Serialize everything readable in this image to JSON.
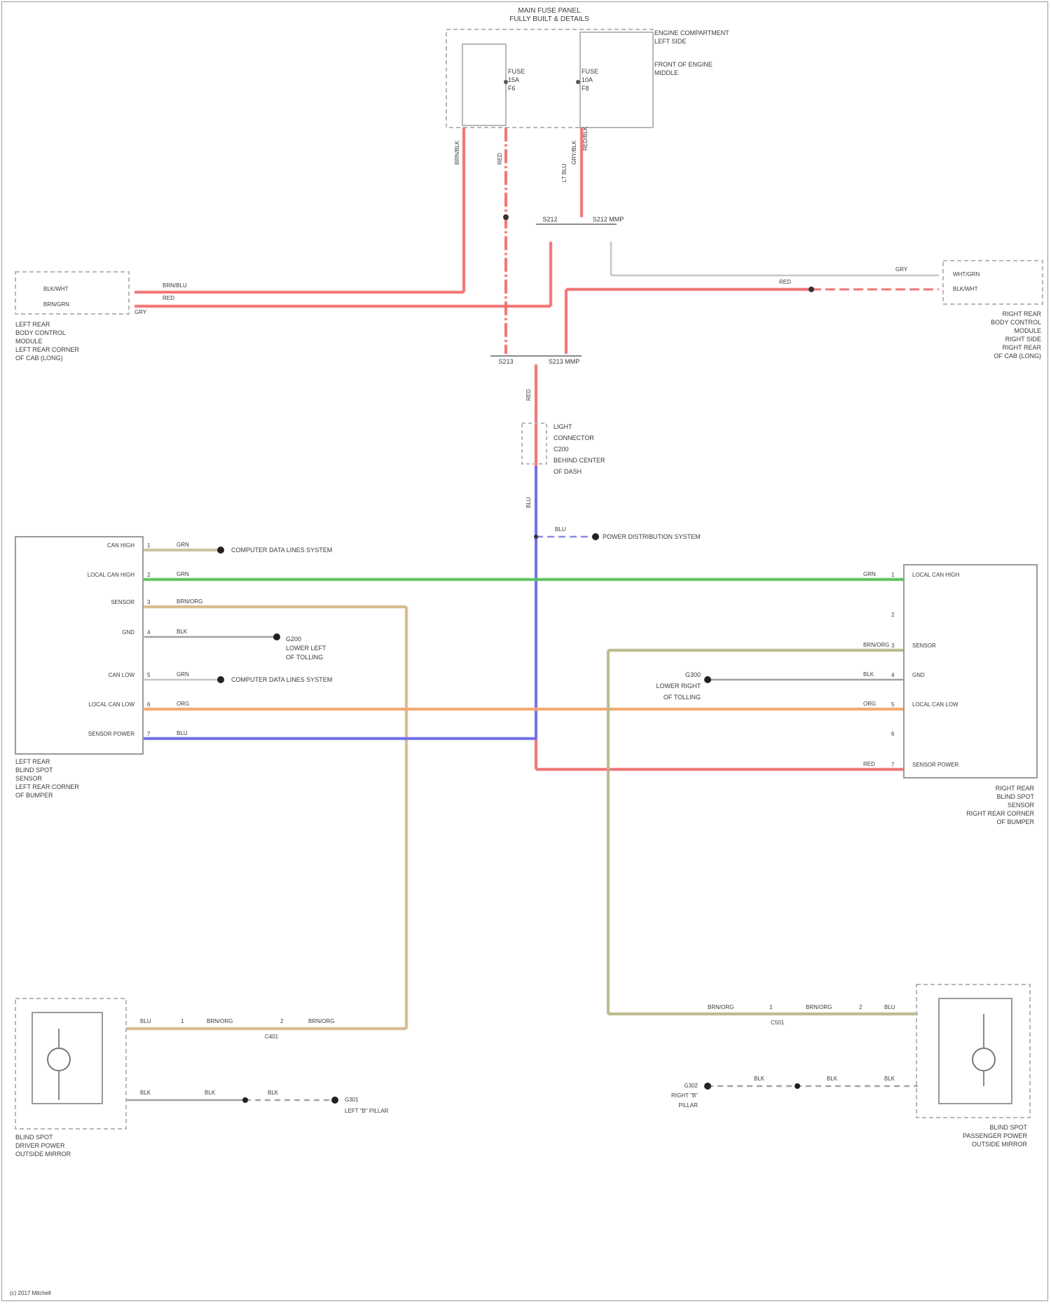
{
  "colors": {
    "red": "#f07070",
    "blue": "#6a6ae6",
    "green": "#59c15a",
    "orange": "#f2a66a",
    "tan": "#d6b888",
    "olive": "#b8b88a",
    "gray": "#8a8a8a",
    "ltgray": "#b8b8b8"
  },
  "top_center": {
    "title_line1": "MAIN FUSE PANEL",
    "title_line2": "FULLY BUILT & DETAILS",
    "side_line1": "ENGINE COMPARTMENT",
    "side_line2": "LEFT SIDE",
    "side_line3": "FRONT OF ENGINE",
    "side_line4": "MIDDLE",
    "fuse_a": "FUSE",
    "fuse_a2": "15A",
    "fuse_a3": "F6",
    "fuse_b": "FUSE",
    "fuse_b2": "10A",
    "fuse_b3": "F8",
    "wire_left": "BRN/BLK",
    "wire_mid": "RED",
    "wire_right_1": "LT BLU",
    "wire_right_2": "GRY/BLK",
    "wire_right_3": "RED/BLK"
  },
  "splices": {
    "upper_left": "S212",
    "upper_right": "S212 MMP",
    "lower_left": "S213",
    "lower_right": "S213 MMP"
  },
  "left_module": {
    "pin_a": "BLK/WHT",
    "pin_b": "BRN/GRN",
    "wire_1": "BRN/BLU",
    "wire_2": "RED",
    "wire_3": "GRY",
    "caption_line1": "LEFT REAR",
    "caption_line2": "BODY CONTROL",
    "caption_line3": "MODULE",
    "caption_line4": "LEFT REAR CORNER",
    "caption_line5": "OF CAB (LONG)"
  },
  "right_module": {
    "pin_a": "WHT/GRN",
    "pin_b": "BLK/WHT",
    "wire_1": "GRY",
    "wire_2": "RED",
    "caption_line1": "RIGHT REAR",
    "caption_line2": "BODY CONTROL",
    "caption_line3": "MODULE",
    "caption_line4": "RIGHT SIDE",
    "caption_line5": "RIGHT REAR",
    "caption_line6": "OF CAB (LONG)"
  },
  "mid_connector": {
    "line1": "LIGHT",
    "line2": "CONNECTOR",
    "line3": "C200",
    "line4": "BEHIND CENTER",
    "line5": "OF DASH",
    "wire_top": "RED",
    "wire_bottom": "BLU"
  },
  "blue_tap": {
    "wire": "BLU",
    "label": "POWER DISTRIBUTION SYSTEM"
  },
  "left_sensor": {
    "pins": [
      "CAN HIGH",
      "LOCAL CAN HIGH",
      "SENSOR",
      "GND",
      "CAN LOW",
      "LOCAL CAN LOW",
      "SENSOR POWER"
    ],
    "nums": [
      "1",
      "2",
      "3",
      "4",
      "5",
      "6",
      "7"
    ],
    "wires": [
      "GRN",
      "GRN",
      "BRN/ORG",
      "BLK",
      "GRN",
      "ORG",
      "BLU"
    ],
    "ref_1": "COMPUTER DATA LINES SYSTEM",
    "ref_2a": "G200",
    "ref_2b": "LOWER LEFT",
    "ref_2c": "OF TOLLING",
    "ref_3": "COMPUTER DATA LINES SYSTEM",
    "caption_line1": "LEFT REAR",
    "caption_line2": "BLIND SPOT",
    "caption_line3": "SENSOR",
    "caption_line4": "LEFT REAR CORNER",
    "caption_line5": "OF BUMPER"
  },
  "right_sensor": {
    "pins": [
      "LOCAL CAN HIGH",
      "",
      "SENSOR",
      "GND",
      "LOCAL CAN LOW",
      "",
      "SENSOR POWER"
    ],
    "nums": [
      "1",
      "2",
      "3",
      "4",
      "5",
      "6",
      "7"
    ],
    "wires": [
      "GRN",
      "",
      "BRN/ORG",
      "BLK",
      "ORG",
      "",
      "RED"
    ],
    "ref_a": "G300",
    "ref_b": "LOWER RIGHT",
    "ref_c": "OF TOLLING",
    "caption_line1": "RIGHT REAR",
    "caption_line2": "BLIND SPOT",
    "caption_line3": "SENSOR",
    "caption_line4": "RIGHT REAR CORNER",
    "caption_line5": "OF BUMPER"
  },
  "bottom_left": {
    "wire_1": "BLU",
    "wire_2": "BRN/ORG",
    "wire_3": "BRN/ORG",
    "pin_a": "1",
    "pin_b": "2",
    "wire_4": "BLK",
    "wire_5": "BLK",
    "wire_6": "BLK",
    "ground_a": "G301",
    "ground_b": "LEFT \"B\" PILLAR",
    "mirror_line1": "BLIND SPOT",
    "mirror_line2": "DRIVER POWER",
    "mirror_line3": "OUTSIDE MIRROR",
    "connector": "C401"
  },
  "bottom_right": {
    "wire_1": "BRN/ORG",
    "wire_2": "BRN/ORG",
    "wire_3": "BLU",
    "pin_a": "1",
    "pin_b": "2",
    "wire_4": "BLK",
    "wire_5": "BLK",
    "wire_6": "BLK",
    "ground_a": "G302",
    "ground_b": "RIGHT \"B\"",
    "ground_c": "PILLAR",
    "mirror_line1": "BLIND SPOT",
    "mirror_line2": "PASSENGER POWER",
    "mirror_line3": "OUTSIDE MIRROR",
    "connector": "C501"
  },
  "footer": "(c) 2017 Mitchell"
}
